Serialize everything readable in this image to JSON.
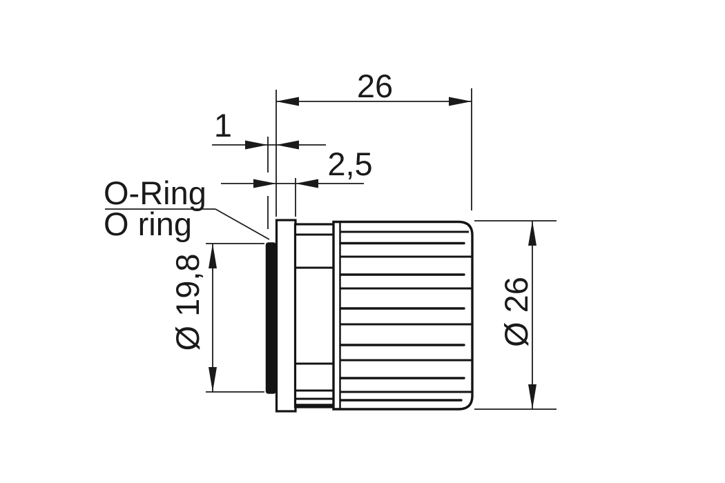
{
  "drawing": {
    "type": "technical-dimension-drawing",
    "subject": "circular connector side view with O-ring",
    "colors": {
      "line": "#1a1a1a",
      "background": "#ffffff"
    },
    "labels": {
      "oring_de": "O-Ring",
      "oring_en": "O ring"
    },
    "dimensions": {
      "overall_length": "26",
      "oring_width": "1",
      "front_section": "2,5",
      "oring_diameter": "Ø 19,8",
      "outer_diameter": "Ø 26"
    }
  }
}
